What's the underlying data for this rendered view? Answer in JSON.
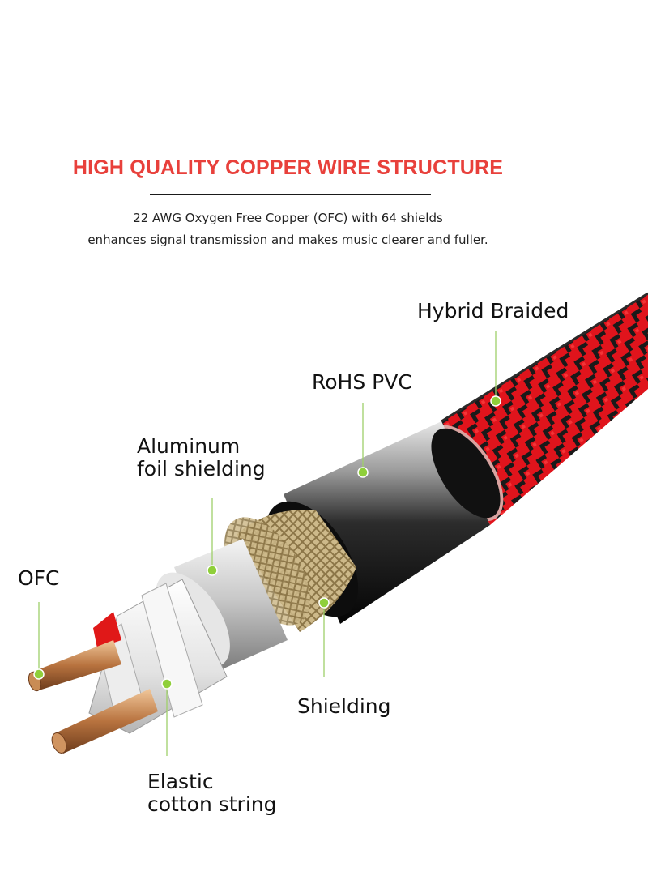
{
  "header": {
    "title": "HIGH QUALITY COPPER WIRE STRUCTURE",
    "subtitle_line1": "22 AWG Oxygen Free Copper (OFC) with 64 shields",
    "subtitle_line2": "enhances signal transmission and makes music clearer and fuller."
  },
  "labels": {
    "hybrid_braided": "Hybrid Braided",
    "rohs_pvc": "RoHS PVC",
    "aluminum_line1": "Aluminum",
    "aluminum_line2": "foil shielding",
    "ofc": "OFC",
    "shielding": "Shielding",
    "elastic_line1": "Elastic",
    "elastic_line2": "cotton string"
  },
  "colors": {
    "headline": "#e8403b",
    "braid_red": "#e0141c",
    "pointer_green": "#8fcf3a"
  }
}
